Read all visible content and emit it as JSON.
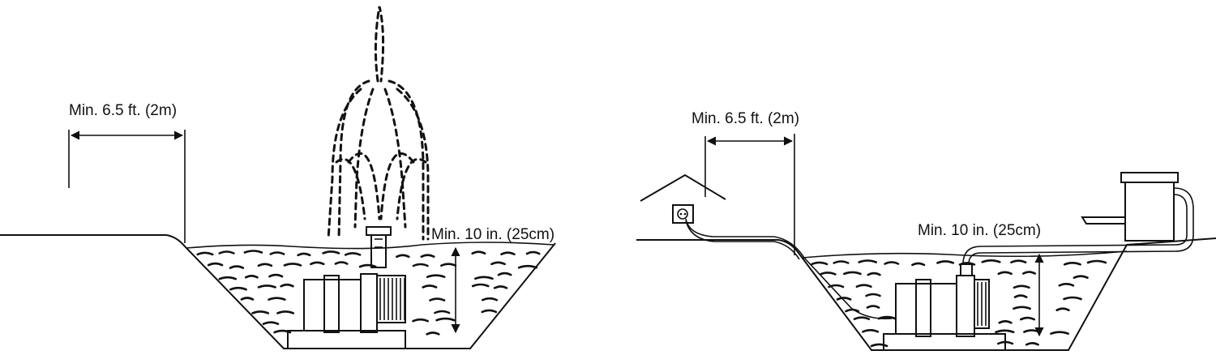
{
  "left_panel": {
    "distance_label": "Min. 6.5 ft. (2m)",
    "depth_label": "Min. 10 in. (25cm)"
  },
  "right_panel": {
    "distance_label": "Min. 6.5 ft. (2m)",
    "depth_label": "Min. 10 in. (25cm)"
  }
}
